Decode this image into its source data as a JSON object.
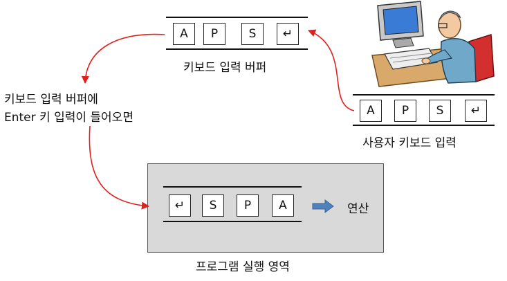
{
  "keyboard_buffer": {
    "keys": [
      "A",
      "P",
      "S",
      "↵"
    ],
    "label": "키보드 입력 버퍼"
  },
  "user_input": {
    "keys": [
      "A",
      "P",
      "S",
      "↵"
    ],
    "label": "사용자 키보드 입력"
  },
  "condition_text": {
    "line1": "키보드 입력 버퍼에",
    "line2": "Enter 키 입력이 들어오면"
  },
  "program_area": {
    "keys": [
      "↵",
      "S",
      "P",
      "A"
    ],
    "operation_label": "연산",
    "label": "프로그램 실행 영역"
  },
  "colors": {
    "arrow": "#e02020",
    "operation_arrow": "#4f81bd",
    "panel": "#d9d9d9"
  }
}
